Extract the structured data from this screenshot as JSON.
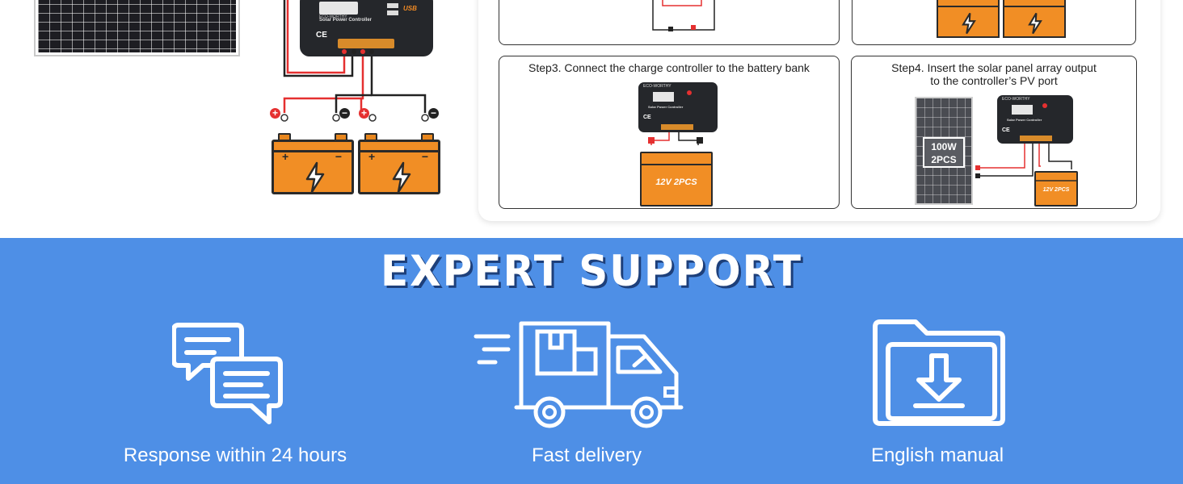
{
  "diagram": {
    "controller": {
      "brand": "ECO-WORTHY",
      "label": "Solar Power Controller",
      "usb_text": "USB",
      "ce_mark": "CE"
    },
    "steps": [
      {
        "title_line1": "Step3. Connect the charge controller to the battery bank",
        "battery_label": "12V 2PCS"
      },
      {
        "title_line1": "Step4. Insert the solar panel array output",
        "title_line2": "to the controller’s PV port",
        "panel_label_line1": "100W",
        "panel_label_line2": "2PCS",
        "battery_label": "12V 2PCS"
      }
    ]
  },
  "support": {
    "title": "EXPERT SUPPORT",
    "features": [
      {
        "icon": "chat-bubbles-icon",
        "label": "Response within 24 hours"
      },
      {
        "icon": "delivery-truck-icon",
        "label": "Fast delivery"
      },
      {
        "icon": "download-folder-icon",
        "label": "English manual"
      }
    ]
  },
  "colors": {
    "support_bg": "#4e8fe6",
    "battery_orange": "#f18e25",
    "wire_red": "#e53030",
    "wire_black": "#222222"
  }
}
